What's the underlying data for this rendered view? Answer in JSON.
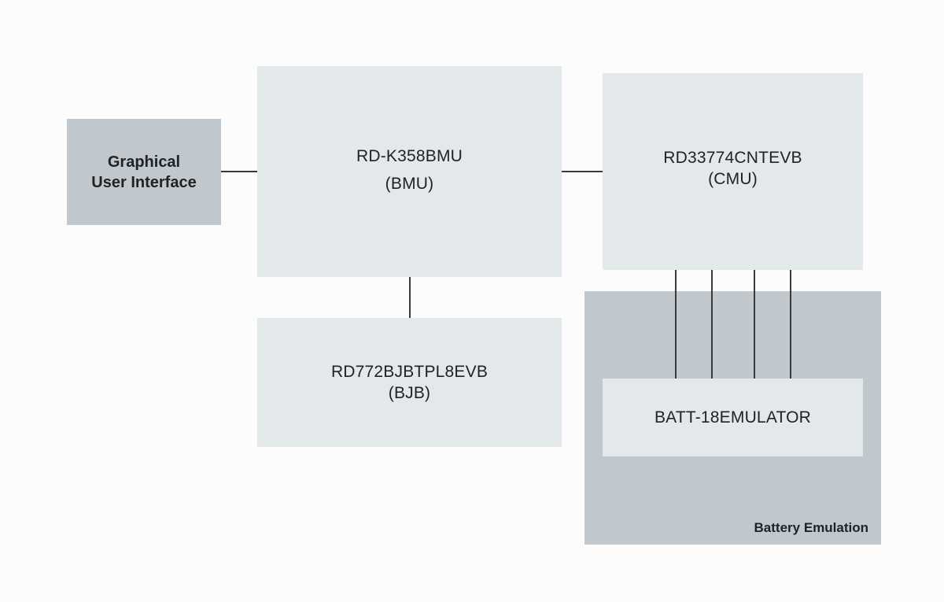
{
  "gui": {
    "line1": "Graphical",
    "line2": "User Interface"
  },
  "bmu": {
    "line1": "RD-K358BMU",
    "line2": "(BMU)"
  },
  "cmu": {
    "line1": "RD33774CNTEVB",
    "line2": "(CMU)"
  },
  "bjb": {
    "line1": "RD772BJBTPL8EVB",
    "line2": "(BJB)"
  },
  "emulator": {
    "label": "BATT-18EMULATOR"
  },
  "battery_group": {
    "label": "Battery Emulation"
  },
  "colors": {
    "light_box": "#e3e8eb",
    "dark_box": "#c0c8ce",
    "lines": "#3a3a3a",
    "background": "#fcfcfc"
  }
}
